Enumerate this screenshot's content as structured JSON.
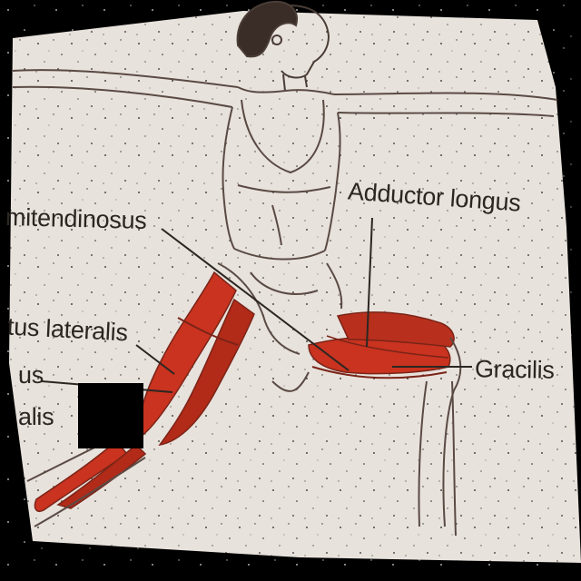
{
  "image": {
    "description_type": "scanned anatomical illustration",
    "labels": {
      "semitendinosus": "mitendinosus",
      "adductor_longus": "Adductor longus",
      "vastus_lateralis": "tus lateralis",
      "rectus_femoris_top": "us",
      "rectus_femoris_bottom": "alis",
      "gracilis": "Gracilis"
    },
    "colors": {
      "paper": "#e8e2dc",
      "muscle": "#c9331f",
      "ink": "#2b2622"
    }
  }
}
